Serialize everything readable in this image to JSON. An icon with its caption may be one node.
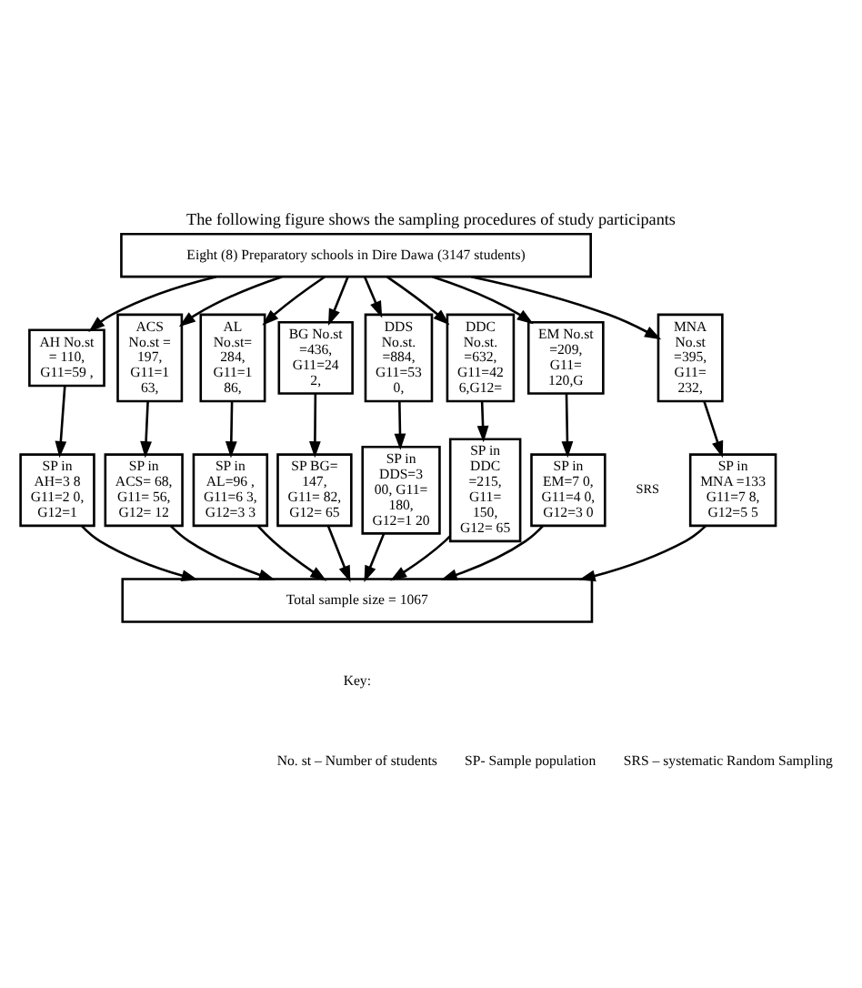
{
  "diagram": {
    "title": "The following figure shows the sampling procedures of study participants",
    "nodes": [
      {
        "text": [
          "Eight (8) Preparatory schools in Dire Dawa (3147 students)"
        ]
      },
      {
        "text": [
          "AH No.st = 110, G11=59 ,"
        ]
      },
      {
        "text": [
          "ACS No.st = 197, G11=1 63,"
        ]
      },
      {
        "text": [
          "AL No.st= 284, G11=1 86,"
        ]
      },
      {
        "text": [
          "BG No.st =436, G11=24 2,"
        ]
      },
      {
        "text": [
          "DDS No.st. =884, G11=53 0,"
        ]
      },
      {
        "text": [
          "DDC No.st. =632, G11=42 6,G12="
        ]
      },
      {
        "text": [
          "EM No.st =209, G11= 120,G"
        ]
      },
      {
        "text": [
          "MNA No.st =395, G11= 232,"
        ]
      },
      {
        "text": [
          "SP in AH=3 8 G11=2 0, G12=1"
        ]
      },
      {
        "text": [
          "SP in ACS= 68, G11= 56, G12= 12"
        ]
      },
      {
        "text": [
          "SP in AL=96 , G11=6 3, G12=3 3"
        ]
      },
      {
        "text": [
          "SP BG= 147, G11= 82, G12= 65"
        ]
      },
      {
        "text": [
          "SP in DDS=3 00, G11= 180, G12=1 20"
        ]
      },
      {
        "text": [
          "SP in DDC =215, G11= 150, G12= 65"
        ]
      },
      {
        "text": [
          "SP in EM=7 0, G11=4 0, G12=3 0"
        ]
      },
      {
        "text": [
          "SP in MNA =133 G11=7 8, G12=5 5"
        ]
      },
      {
        "text": [
          "Total sample size = 1067"
        ]
      }
    ],
    "edges": [
      {
        "from": 0,
        "to": 1,
        "arrow": "to"
      },
      {
        "from": 0,
        "to": 2,
        "arrow": "to"
      },
      {
        "from": 0,
        "to": 3,
        "arrow": "to"
      },
      {
        "from": 0,
        "to": 4,
        "arrow": "to"
      },
      {
        "from": 0,
        "to": 5,
        "arrow": "to"
      },
      {
        "from": 0,
        "to": 6,
        "arrow": "to"
      },
      {
        "from": 0,
        "to": 7,
        "arrow": "to"
      },
      {
        "from": 0,
        "to": 8,
        "arrow": "to"
      },
      {
        "from": 1,
        "to": 9,
        "arrow": "to"
      },
      {
        "from": 2,
        "to": 10,
        "arrow": "to"
      },
      {
        "from": 3,
        "to": 11,
        "arrow": "to"
      },
      {
        "from": 4,
        "to": 12,
        "arrow": "to"
      },
      {
        "from": 5,
        "to": 13,
        "arrow": "to"
      },
      {
        "from": 6,
        "to": 14,
        "arrow": "to"
      },
      {
        "from": 7,
        "to": 15,
        "arrow": "to"
      },
      {
        "from": 8,
        "to": 16,
        "arrow": "to"
      },
      {
        "from": 9,
        "to": 17,
        "arrow": "to"
      },
      {
        "from": 10,
        "to": 17,
        "arrow": "to"
      },
      {
        "from": 11,
        "to": 17,
        "arrow": "to"
      },
      {
        "from": 12,
        "to": 17,
        "arrow": "to"
      },
      {
        "from": 13,
        "to": 17,
        "arrow": "to"
      },
      {
        "from": 14,
        "to": 17,
        "arrow": "to"
      },
      {
        "from": 15,
        "to": 17,
        "arrow": "to"
      },
      {
        "from": 16,
        "to": 17,
        "arrow": "to"
      }
    ],
    "labels": [
      "SRS",
      "Key:",
      "No. st – Number of students",
      "SP- Sample population",
      "SRS – systematic Random Sampling"
    ]
  }
}
